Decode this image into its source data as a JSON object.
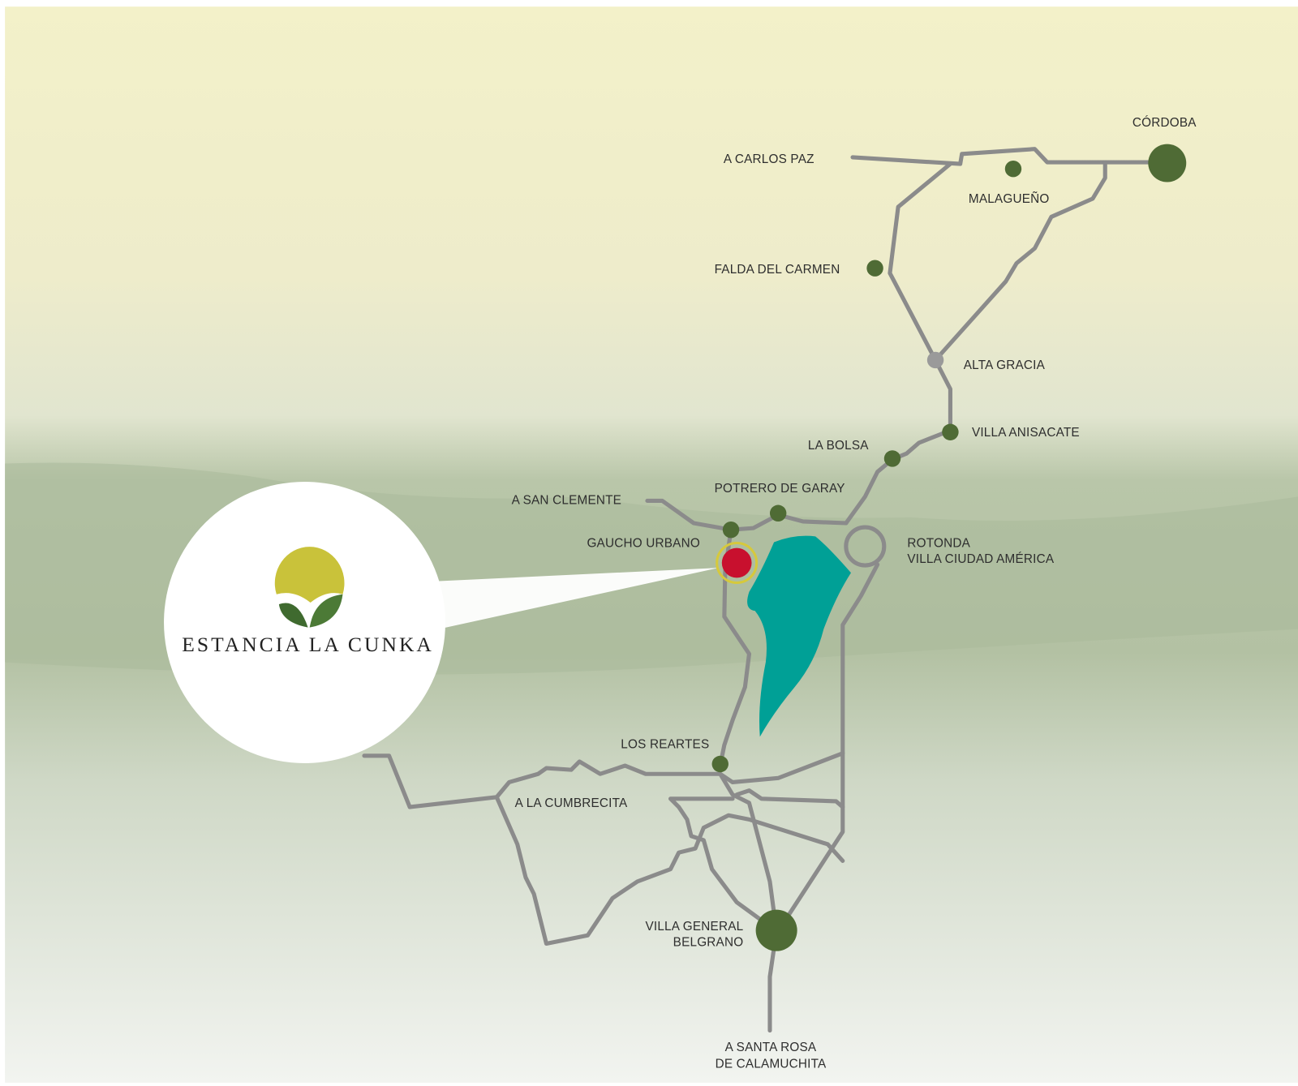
{
  "colors": {
    "road": "#8b8b8b",
    "town": "#4f6b35",
    "node": "#9a9a9a",
    "estancia": "#c8102e",
    "ring": "#d6c93c",
    "lake": "#00a096",
    "sun": "#c9c23a",
    "leaf_dark": "#3f6a2f",
    "leaf_light": "#5b8a3c"
  },
  "brand": {
    "name": "ESTANCIA LA CUNKA"
  },
  "places": {
    "cordoba": "CÓRDOBA",
    "carlos_paz": "A CARLOS PAZ",
    "malagueno": "MALAGUEÑO",
    "falda_del_carmen": "FALDA DEL CARMEN",
    "alta_gracia": "ALTA GRACIA",
    "villa_anisacate": "VILLA ANISACATE",
    "la_bolsa": "LA BOLSA",
    "potrero_de_garay": "POTRERO DE GARAY",
    "san_clemente": "A SAN CLEMENTE",
    "gaucho_urbano": "GAUCHO URBANO",
    "rotonda_1": "ROTONDA",
    "rotonda_2": "VILLA CIUDAD AMÉRICA",
    "los_reartes": "LOS REARTES",
    "la_cumbrecita": "A LA CUMBRECITA",
    "vgb_1": "VILLA GENERAL",
    "vgb_2": "BELGRANO",
    "santa_rosa_1": "A SANTA ROSA",
    "santa_rosa_2": "DE CALAMUCHITA"
  }
}
